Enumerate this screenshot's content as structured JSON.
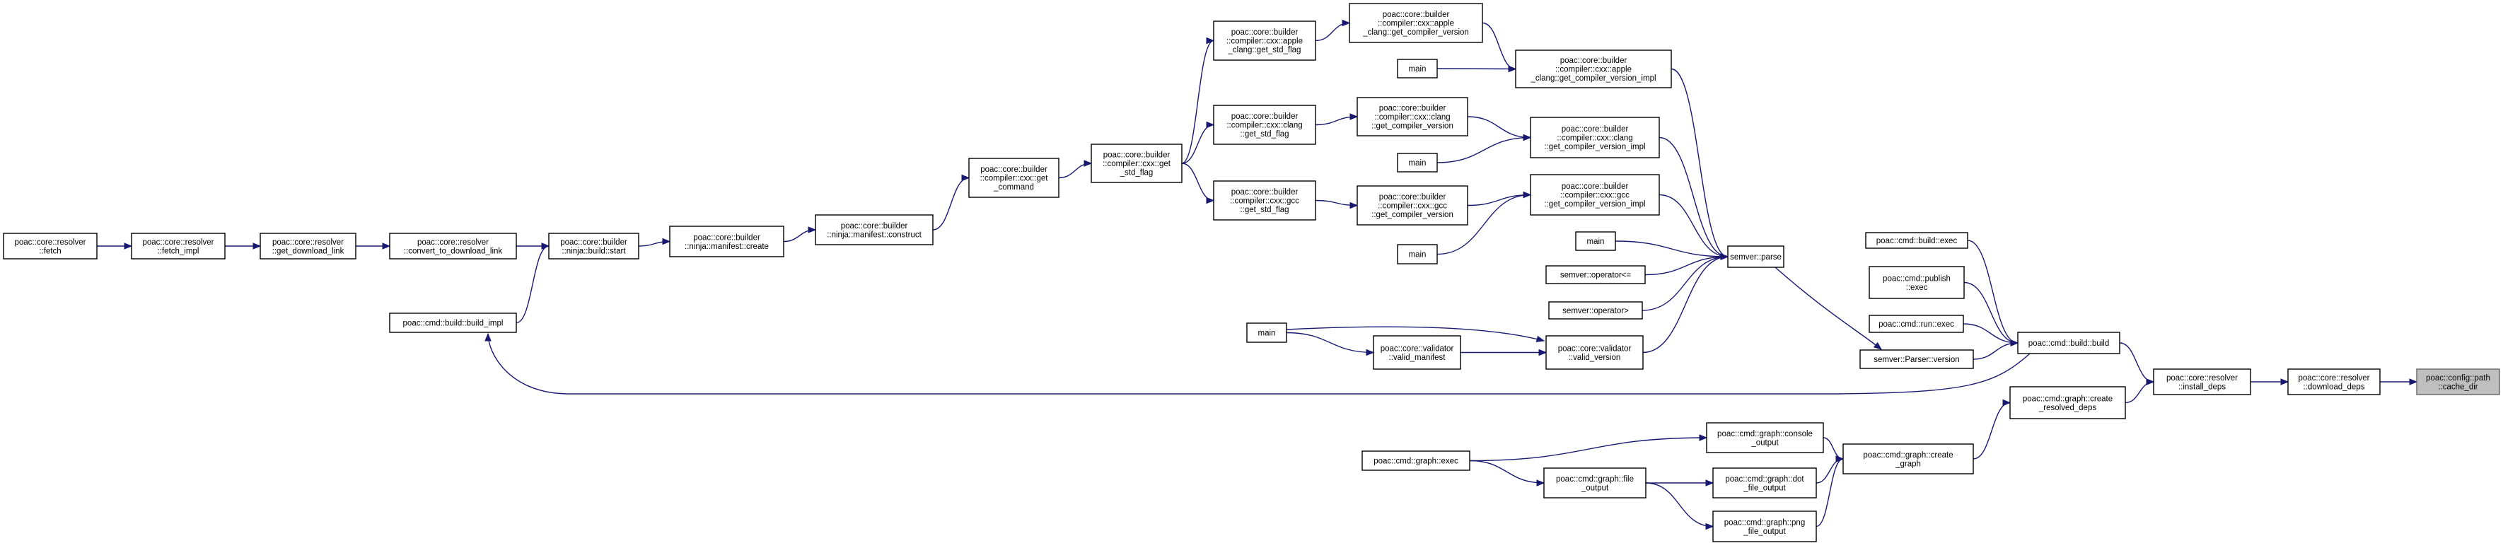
{
  "graph": {
    "nodes": [
      {
        "id": "cache_dir",
        "lines": [
          "poac::config::path",
          "::cache_dir"
        ],
        "root": true
      },
      {
        "id": "download_deps",
        "lines": [
          "poac::core::resolver",
          "::download_deps"
        ]
      },
      {
        "id": "install_deps",
        "lines": [
          "poac::core::resolver",
          "::install_deps"
        ]
      },
      {
        "id": "create_resolved_deps",
        "lines": [
          "poac::cmd::graph::create",
          "_resolved_deps"
        ]
      },
      {
        "id": "cmd_build_build",
        "lines": [
          "poac::cmd::build::build"
        ]
      },
      {
        "id": "cmd_build_exec",
        "lines": [
          "poac::cmd::build::exec"
        ]
      },
      {
        "id": "cmd_publish_exec",
        "lines": [
          "poac::cmd::publish",
          "::exec"
        ]
      },
      {
        "id": "cmd_run_exec",
        "lines": [
          "poac::cmd::run::exec"
        ]
      },
      {
        "id": "semver_parser_version",
        "lines": [
          "semver::Parser::version"
        ]
      },
      {
        "id": "semver_parse",
        "lines": [
          "semver::parse"
        ]
      },
      {
        "id": "apple_get_compiler_version_impl",
        "lines": [
          "poac::core::builder",
          "::compiler::cxx::apple",
          "_clang::get_compiler_version_impl"
        ]
      },
      {
        "id": "clang_get_compiler_version_impl",
        "lines": [
          "poac::core::builder",
          "::compiler::cxx::clang",
          "::get_compiler_version_impl"
        ]
      },
      {
        "id": "gcc_get_compiler_version_impl",
        "lines": [
          "poac::core::builder",
          "::compiler::cxx::gcc",
          "::get_compiler_version_impl"
        ]
      },
      {
        "id": "main_a",
        "lines": [
          "main"
        ]
      },
      {
        "id": "main_b",
        "lines": [
          "main"
        ]
      },
      {
        "id": "main_c",
        "lines": [
          "main"
        ]
      },
      {
        "id": "main_d",
        "lines": [
          "main"
        ]
      },
      {
        "id": "main_e",
        "lines": [
          "main"
        ]
      },
      {
        "id": "semver_operator_le",
        "lines": [
          "semver::operator<="
        ]
      },
      {
        "id": "semver_operator_gt",
        "lines": [
          "semver::operator>"
        ]
      },
      {
        "id": "valid_version",
        "lines": [
          "poac::core::validator",
          "::valid_version"
        ]
      },
      {
        "id": "valid_manifest",
        "lines": [
          "poac::core::validator",
          "::valid_manifest"
        ]
      },
      {
        "id": "apple_get_compiler_version",
        "lines": [
          "poac::core::builder",
          "::compiler::cxx::apple",
          "_clang::get_compiler_version"
        ]
      },
      {
        "id": "clang_get_compiler_version",
        "lines": [
          "poac::core::builder",
          "::compiler::cxx::clang",
          "::get_compiler_version"
        ]
      },
      {
        "id": "gcc_get_compiler_version",
        "lines": [
          "poac::core::builder",
          "::compiler::cxx::gcc",
          "::get_compiler_version"
        ]
      },
      {
        "id": "apple_get_std_flag",
        "lines": [
          "poac::core::builder",
          "::compiler::cxx::apple",
          "_clang::get_std_flag"
        ]
      },
      {
        "id": "clang_get_std_flag",
        "lines": [
          "poac::core::builder",
          "::compiler::cxx::clang",
          "::get_std_flag"
        ]
      },
      {
        "id": "gcc_get_std_flag",
        "lines": [
          "poac::core::builder",
          "::compiler::cxx::gcc",
          "::get_std_flag"
        ]
      },
      {
        "id": "cxx_get_std_flag",
        "lines": [
          "poac::core::builder",
          "::compiler::cxx::get",
          "_std_flag"
        ]
      },
      {
        "id": "cxx_get_command",
        "lines": [
          "poac::core::builder",
          "::compiler::cxx::get",
          "_command"
        ]
      },
      {
        "id": "manifest_construct",
        "lines": [
          "poac::core::builder",
          "::ninja::manifest::construct"
        ]
      },
      {
        "id": "manifest_create",
        "lines": [
          "poac::core::builder",
          "::ninja::manifest::create"
        ]
      },
      {
        "id": "ninja_build_start",
        "lines": [
          "poac::core::builder",
          "::ninja::build::start"
        ]
      },
      {
        "id": "cmd_build_build_impl",
        "lines": [
          "poac::cmd::build::build_impl"
        ]
      },
      {
        "id": "convert_to_download_link",
        "lines": [
          "poac::core::resolver",
          "::convert_to_download_link"
        ]
      },
      {
        "id": "get_download_link",
        "lines": [
          "poac::core::resolver",
          "::get_download_link"
        ]
      },
      {
        "id": "fetch_impl",
        "lines": [
          "poac::core::resolver",
          "::fetch_impl"
        ]
      },
      {
        "id": "fetch",
        "lines": [
          "poac::core::resolver",
          "::fetch"
        ]
      },
      {
        "id": "graph_create_graph",
        "lines": [
          "poac::cmd::graph::create",
          "_graph"
        ]
      },
      {
        "id": "graph_console_output",
        "lines": [
          "poac::cmd::graph::console",
          "_output"
        ]
      },
      {
        "id": "graph_dot_file_output",
        "lines": [
          "poac::cmd::graph::dot",
          "_file_output"
        ]
      },
      {
        "id": "graph_png_file_output",
        "lines": [
          "poac::cmd::graph::png",
          "_file_output"
        ]
      },
      {
        "id": "graph_file_output",
        "lines": [
          "poac::cmd::graph::file",
          "_output"
        ]
      },
      {
        "id": "graph_exec",
        "lines": [
          "poac::cmd::graph::exec"
        ]
      }
    ],
    "edges": [
      {
        "from": "download_deps",
        "to": "cache_dir"
      },
      {
        "from": "install_deps",
        "to": "download_deps"
      },
      {
        "from": "cmd_build_build",
        "to": "install_deps"
      },
      {
        "from": "create_resolved_deps",
        "to": "install_deps"
      },
      {
        "from": "cmd_build_exec",
        "to": "cmd_build_build"
      },
      {
        "from": "cmd_publish_exec",
        "to": "cmd_build_build"
      },
      {
        "from": "cmd_run_exec",
        "to": "cmd_build_build"
      },
      {
        "from": "semver_parser_version",
        "to": "cmd_build_build"
      },
      {
        "from": "semver_parse",
        "to": "semver_parser_version"
      },
      {
        "from": "apple_get_compiler_version_impl",
        "to": "semver_parse"
      },
      {
        "from": "clang_get_compiler_version_impl",
        "to": "semver_parse"
      },
      {
        "from": "gcc_get_compiler_version_impl",
        "to": "semver_parse"
      },
      {
        "from": "main_d",
        "to": "semver_parse"
      },
      {
        "from": "semver_operator_le",
        "to": "semver_parse"
      },
      {
        "from": "semver_operator_gt",
        "to": "semver_parse"
      },
      {
        "from": "valid_version",
        "to": "semver_parse"
      },
      {
        "from": "main_a",
        "to": "apple_get_compiler_version_impl"
      },
      {
        "from": "apple_get_compiler_version",
        "to": "apple_get_compiler_version_impl"
      },
      {
        "from": "main_b",
        "to": "clang_get_compiler_version_impl"
      },
      {
        "from": "clang_get_compiler_version",
        "to": "clang_get_compiler_version_impl"
      },
      {
        "from": "main_c",
        "to": "gcc_get_compiler_version_impl"
      },
      {
        "from": "gcc_get_compiler_version",
        "to": "gcc_get_compiler_version_impl"
      },
      {
        "from": "apple_get_std_flag",
        "to": "apple_get_compiler_version"
      },
      {
        "from": "clang_get_std_flag",
        "to": "clang_get_compiler_version"
      },
      {
        "from": "gcc_get_std_flag",
        "to": "gcc_get_compiler_version"
      },
      {
        "from": "cxx_get_std_flag",
        "to": "apple_get_std_flag"
      },
      {
        "from": "cxx_get_std_flag",
        "to": "clang_get_std_flag"
      },
      {
        "from": "cxx_get_std_flag",
        "to": "gcc_get_std_flag"
      },
      {
        "from": "cxx_get_command",
        "to": "cxx_get_std_flag"
      },
      {
        "from": "manifest_construct",
        "to": "cxx_get_command"
      },
      {
        "from": "manifest_create",
        "to": "manifest_construct"
      },
      {
        "from": "ninja_build_start",
        "to": "manifest_create"
      },
      {
        "from": "convert_to_download_link",
        "to": "ninja_build_start"
      },
      {
        "from": "cmd_build_build_impl",
        "to": "ninja_build_start"
      },
      {
        "from": "get_download_link",
        "to": "convert_to_download_link"
      },
      {
        "from": "fetch_impl",
        "to": "get_download_link"
      },
      {
        "from": "fetch",
        "to": "fetch_impl"
      },
      {
        "from": "cmd_build_build",
        "to": "cmd_build_build_impl"
      },
      {
        "from": "valid_manifest",
        "to": "valid_version"
      },
      {
        "from": "main_e",
        "to": "valid_version"
      },
      {
        "from": "main_e",
        "to": "valid_manifest"
      },
      {
        "from": "graph_create_graph",
        "to": "create_resolved_deps"
      },
      {
        "from": "graph_console_output",
        "to": "graph_create_graph"
      },
      {
        "from": "graph_dot_file_output",
        "to": "graph_create_graph"
      },
      {
        "from": "graph_png_file_output",
        "to": "graph_create_graph"
      },
      {
        "from": "graph_exec",
        "to": "graph_console_output"
      },
      {
        "from": "graph_exec",
        "to": "graph_file_output"
      },
      {
        "from": "graph_file_output",
        "to": "graph_dot_file_output"
      },
      {
        "from": "graph_file_output",
        "to": "graph_png_file_output"
      }
    ]
  }
}
